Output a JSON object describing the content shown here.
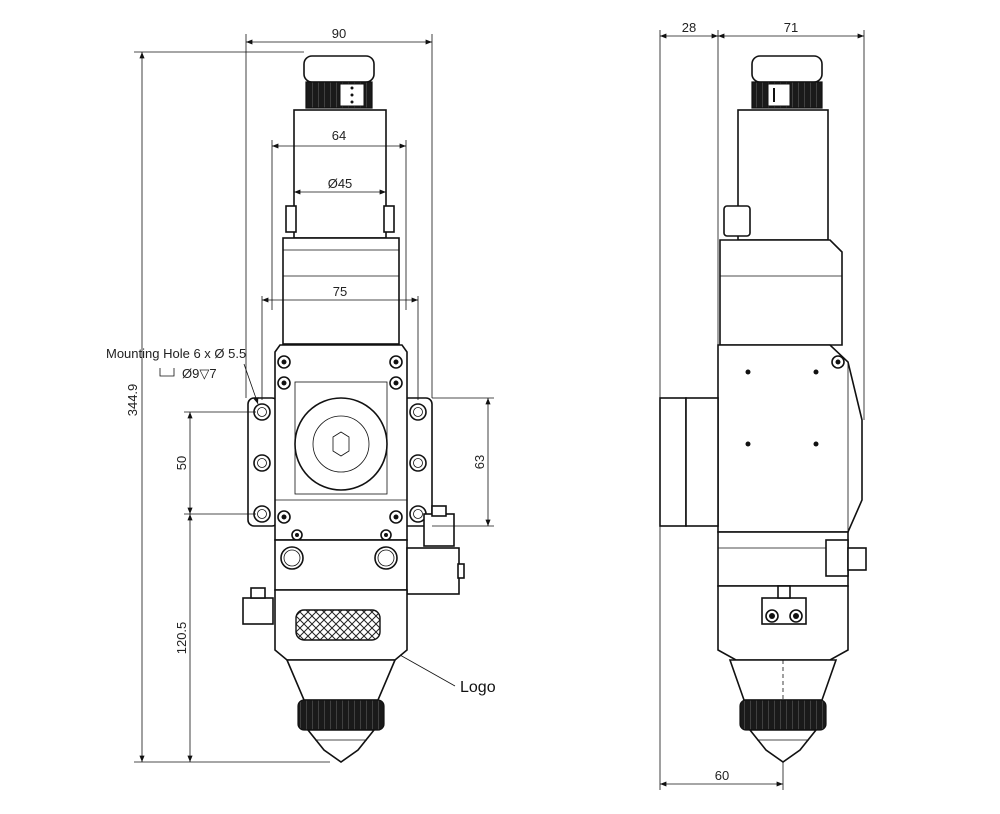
{
  "front_view": {
    "dim_width": "90",
    "dim_upper_width": "64",
    "dim_diameter": "45",
    "dim_mid_width": "75",
    "dim_total_height": "344.9",
    "dim_hole_spacing_left": "50",
    "dim_hole_spacing_right": "63",
    "dim_lower_height": "120.5",
    "mounting_hole_note": "Mounting Hole 6 x Ø 5.5",
    "counterbore_note": "Ø9▽7",
    "logo_label": "Logo"
  },
  "side_view": {
    "dim_offset": "28",
    "dim_depth": "71",
    "dim_bottom": "60"
  }
}
